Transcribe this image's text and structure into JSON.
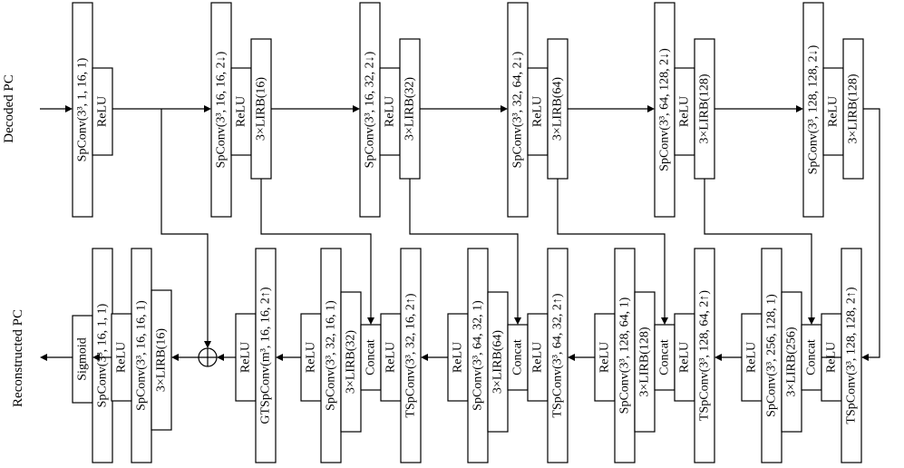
{
  "side_labels": {
    "input": "Decoded PC",
    "output": "Reconstructed PC"
  },
  "encoder": [
    {
      "conv": "SpConv(3³, 1, 16, 1)",
      "act": "ReLU"
    },
    {
      "conv": "SpConv(3³, 16, 16, 2↓)",
      "act": "ReLU",
      "lirb": "3×LIRB(16)"
    },
    {
      "conv": "SpConv(3³, 16, 32, 2↓)",
      "act": "ReLU",
      "lirb": "3×LIRB(32)"
    },
    {
      "conv": "SpConv(3³, 32, 64, 2↓)",
      "act": "ReLU",
      "lirb": "3×LIRB(64)"
    },
    {
      "conv": "SpConv(3³, 64, 128, 2↓)",
      "act": "ReLU",
      "lirb": "3×LIRB(128)"
    },
    {
      "conv": "SpConv(3³, 128, 128, 2↓)",
      "act": "ReLU",
      "lirb": "3×LIRB(128)"
    }
  ],
  "decoder": {
    "head": {
      "sigmoid": "Sigmoid",
      "conv": "SpConv(3³, 16, 1, 1)"
    },
    "refine": {
      "conv": "SpConv(3³, 16, 16, 1)",
      "act": "ReLU",
      "lirb": "3×LIRB(16)"
    },
    "gt": {
      "act": "ReLU",
      "conv": "GTSpConv(m³, 16, 16, 2↑)"
    },
    "stages": [
      {
        "conv": "SpConv(3³, 32, 16, 1)",
        "act": "ReLU",
        "lirb": "3×LIRB(32)",
        "concat": "Concat",
        "up_act": "ReLU",
        "up": "TSpConv(3³, 32, 16, 2↑)"
      },
      {
        "conv": "SpConv(3³, 64, 32, 1)",
        "act": "ReLU",
        "lirb": "3×LIRB(64)",
        "concat": "Concat",
        "up_act": "ReLU",
        "up": "TSpConv(3³, 64, 32, 2↑)"
      },
      {
        "conv": "SpConv(3³, 128, 64, 1)",
        "act": "ReLU",
        "lirb": "3×LIRB(128)",
        "concat": "Concat",
        "up_act": "ReLU",
        "up": "TSpConv(3³, 128, 64, 2↑)"
      },
      {
        "conv": "SpConv(3³, 256, 128, 1)",
        "act": "ReLU",
        "lirb": "3×LIRB(256)",
        "concat": "Concat",
        "up_act": "ReLU",
        "up": "TSpConv(3³, 128, 128, 2↑)"
      }
    ]
  }
}
